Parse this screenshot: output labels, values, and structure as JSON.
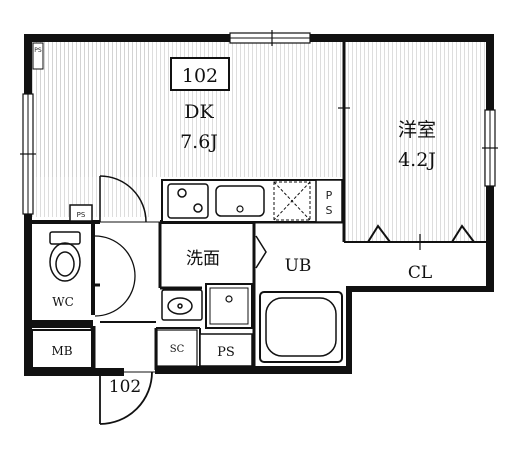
{
  "unit": {
    "number": "102"
  },
  "rooms": {
    "dk": {
      "name": "DK",
      "size": "7.6J"
    },
    "western": {
      "name": "洋室",
      "size": "4.2J"
    },
    "washroom": {
      "name": "洗面"
    },
    "bath": {
      "name": "UB"
    },
    "closet": {
      "name": "CL"
    },
    "toilet": {
      "name": "WC"
    },
    "meter_box": {
      "name": "MB"
    },
    "shoe_closet": {
      "name": "SC"
    }
  },
  "pipe_spaces": {
    "top_left": "PS",
    "dk_right_line1": "P",
    "dk_right_line2": "S",
    "corridor": "PS",
    "washroom_bottom": "PS"
  },
  "entrance": {
    "label": "102"
  },
  "colors": {
    "wall": "#111111",
    "floor_lines": "#c8c8c8",
    "background": "#ffffff"
  }
}
